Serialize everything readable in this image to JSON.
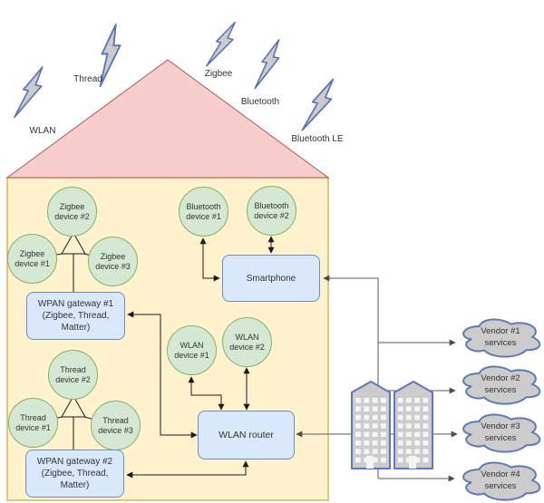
{
  "colors": {
    "house_fill": "#fff2cc",
    "house_border": "#d6b656",
    "roof_fill": "#f8cecc",
    "roof_border": "#b85450",
    "device_fill": "#d5e8d4",
    "device_border": "#82b366",
    "box_fill": "#dae8fc",
    "box_border": "#6c8ebf",
    "cloud_fill": "#cccccc",
    "cloud_border": "#5e7ab8",
    "building_fill": "#cccccc",
    "building_border": "#5b78c4",
    "bolt_color": "#5872bd",
    "connector_dark": "#1a1a1a",
    "connector_gray": "#595959"
  },
  "protocols": {
    "wlan": "WLAN",
    "thread": "Thread",
    "zigbee": "Zigbee",
    "bluetooth": "Bluetooth",
    "bluetooth_le": "Bluetooth LE"
  },
  "devices": {
    "zigbee1": {
      "line1": "Zigbee",
      "line2": "device #1"
    },
    "zigbee2": {
      "line1": "Zigbee",
      "line2": "device #2"
    },
    "zigbee3": {
      "line1": "Zigbee",
      "line2": "device #3"
    },
    "thread1": {
      "line1": "Thread",
      "line2": "device #1"
    },
    "thread2": {
      "line1": "Thread",
      "line2": "device #2"
    },
    "thread3": {
      "line1": "Thread",
      "line2": "device #3"
    },
    "bluetooth1": {
      "line1": "Bluetooth",
      "line2": "device #1"
    },
    "bluetooth2": {
      "line1": "Bluetooth",
      "line2": "device #2"
    },
    "wlan1": {
      "line1": "WLAN",
      "line2": "device #1"
    },
    "wlan2": {
      "line1": "WLAN",
      "line2": "device #2"
    }
  },
  "gateways": {
    "gw1": {
      "line1": "WPAN gateway #1",
      "line2": "(Zigbee, Thread,",
      "line3": "Matter)"
    },
    "gw2": {
      "line1": "WPAN gateway #2",
      "line2": "(Zigbee, Thread,",
      "line3": "Matter)"
    }
  },
  "smartphone": {
    "label": "Smartphone"
  },
  "router": {
    "label": "WLAN router"
  },
  "vendors": {
    "v1": {
      "line1": "Vendor #1",
      "line2": "services"
    },
    "v2": {
      "line1": "Vendor #2",
      "line2": "services"
    },
    "v3": {
      "line1": "Vendor #3",
      "line2": "services"
    },
    "v4": {
      "line1": "Vendor #4",
      "line2": "services"
    }
  }
}
